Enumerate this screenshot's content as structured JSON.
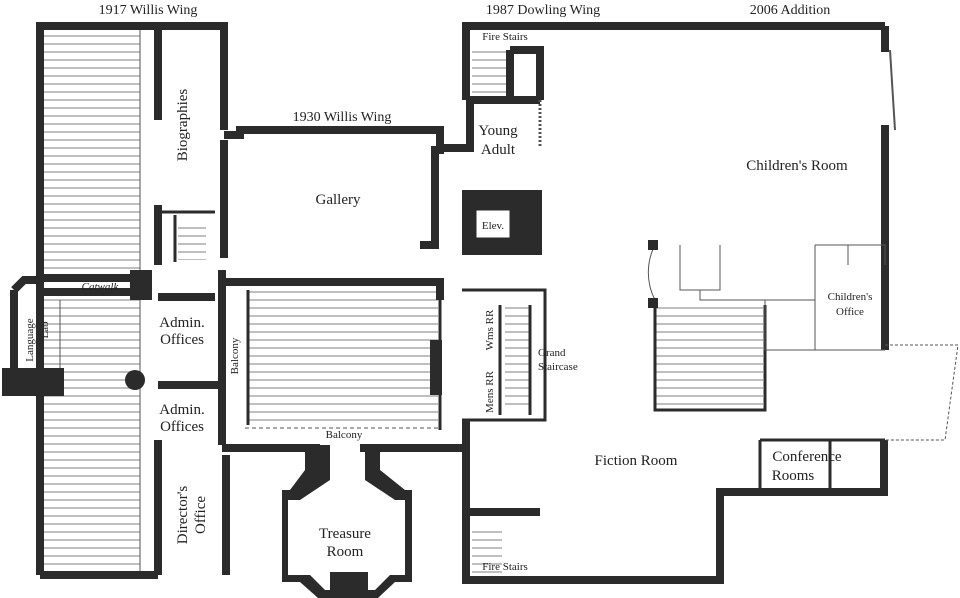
{
  "wings": {
    "willis_1917": "1917 Willis Wing",
    "willis_1930": "1930 Willis Wing",
    "dowling_1987": "1987 Dowling Wing",
    "addition_2006": "2006 Addition"
  },
  "rooms": {
    "biographies": "Biographies",
    "catwalk": "Catwalk",
    "language_lab_1": "Language",
    "language_lab_2": "Lab",
    "admin_offices_1a": "Admin.",
    "admin_offices_1b": "Offices",
    "admin_offices_2a": "Admin.",
    "admin_offices_2b": "Offices",
    "directors_office_1": "Director's",
    "directors_office_2": "Office",
    "gallery": "Gallery",
    "balcony_side": "Balcony",
    "balcony_bottom": "Balcony",
    "treasure_room_1": "Treasure",
    "treasure_room_2": "Room",
    "fire_stairs_top": "Fire Stairs",
    "fire_stairs_bottom": "Fire Stairs",
    "young_adult_1": "Young",
    "young_adult_2": "Adult",
    "elevator": "Elev.",
    "womens_rr": "Wms RR",
    "mens_rr": "Mens RR",
    "grand_staircase_1": "Grand",
    "grand_staircase_2": "Staircase",
    "childrens_room": "Children's Room",
    "childrens_office_1": "Children's",
    "childrens_office_2": "Office",
    "fiction_room": "Fiction Room",
    "conference_rooms_1": "Conference",
    "conference_rooms_2": "Rooms"
  }
}
